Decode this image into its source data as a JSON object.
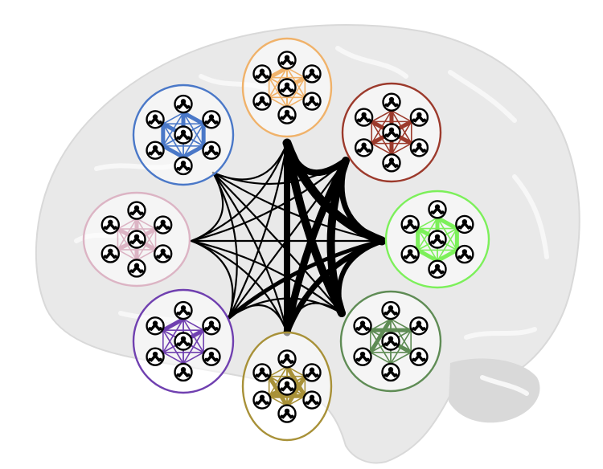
{
  "figure": {
    "background": "#ffffff",
    "brain_fill": "#e9e9e9",
    "brain_edge": "#d9d9d9",
    "brain_fold": "#f7f7f7",
    "neuron_color": "#000000"
  },
  "modules": [
    {
      "id": "orange",
      "color": "#f0b26a"
    },
    {
      "id": "dark-red",
      "color": "#9c3a2c"
    },
    {
      "id": "light-green",
      "color": "#7cf05a"
    },
    {
      "id": "dark-green",
      "color": "#5f8c55"
    },
    {
      "id": "olive",
      "color": "#a89138"
    },
    {
      "id": "purple",
      "color": "#7040b0"
    },
    {
      "id": "pink",
      "color": "#dcb4c4"
    },
    {
      "id": "blue",
      "color": "#4a78c8"
    }
  ]
}
